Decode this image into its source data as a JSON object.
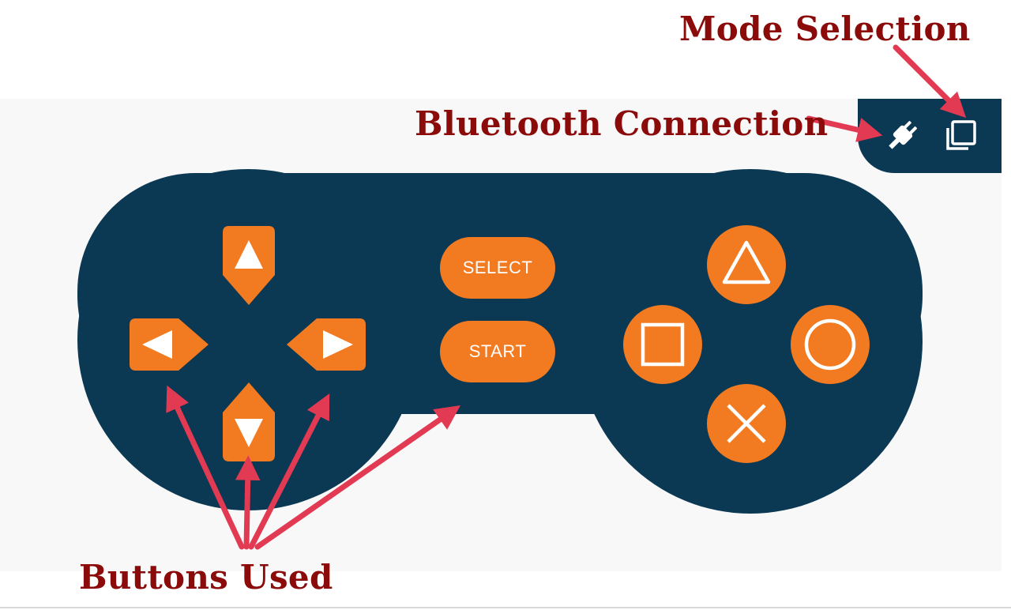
{
  "colors": {
    "panel": "#0b3853",
    "button": "#f27b21",
    "glyph": "#ffffff",
    "callout_text": "#8b0a0a",
    "callout_arrow": "#e23a52",
    "screen_background": "#f8f8f9"
  },
  "top_bar": {
    "bluetooth_icon": "plug-icon",
    "mode_icon": "copy-squares-icon"
  },
  "controller": {
    "select_label": "SELECT",
    "start_label": "START",
    "dpad": [
      "up-arrow-icon",
      "down-arrow-icon",
      "left-arrow-icon",
      "right-arrow-icon"
    ],
    "face_buttons": [
      "triangle-icon",
      "square-icon",
      "circle-icon",
      "cross-icon"
    ]
  },
  "annotations": {
    "mode_selection": "Mode Selection",
    "bluetooth_connection": "Bluetooth Connection",
    "buttons_used": "Buttons Used"
  }
}
